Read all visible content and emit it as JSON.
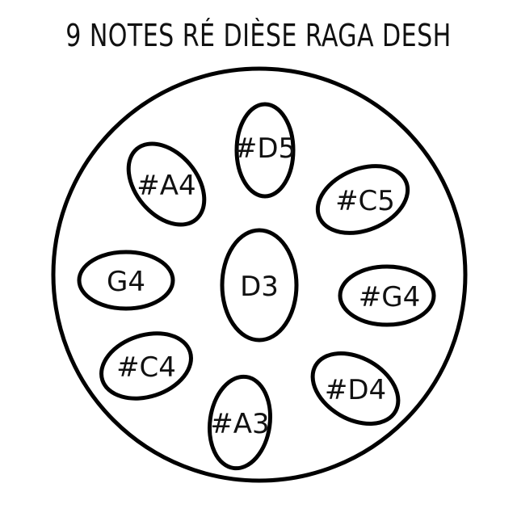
{
  "title": "9 NOTES RÉ DIÈSE RAGA DESH",
  "colors": {
    "stroke": "#000000",
    "background": "#ffffff",
    "text": "#111111"
  },
  "notes": [
    {
      "id": "d3",
      "label": "D3"
    },
    {
      "id": "sA3",
      "label": "#A3"
    },
    {
      "id": "sC4",
      "label": "#C4"
    },
    {
      "id": "sD4",
      "label": "#D4"
    },
    {
      "id": "g4",
      "label": "G4"
    },
    {
      "id": "sG4",
      "label": "#G4"
    },
    {
      "id": "sA4",
      "label": "#A4"
    },
    {
      "id": "sC5",
      "label": "#C5"
    },
    {
      "id": "sD5",
      "label": "#D5"
    }
  ]
}
